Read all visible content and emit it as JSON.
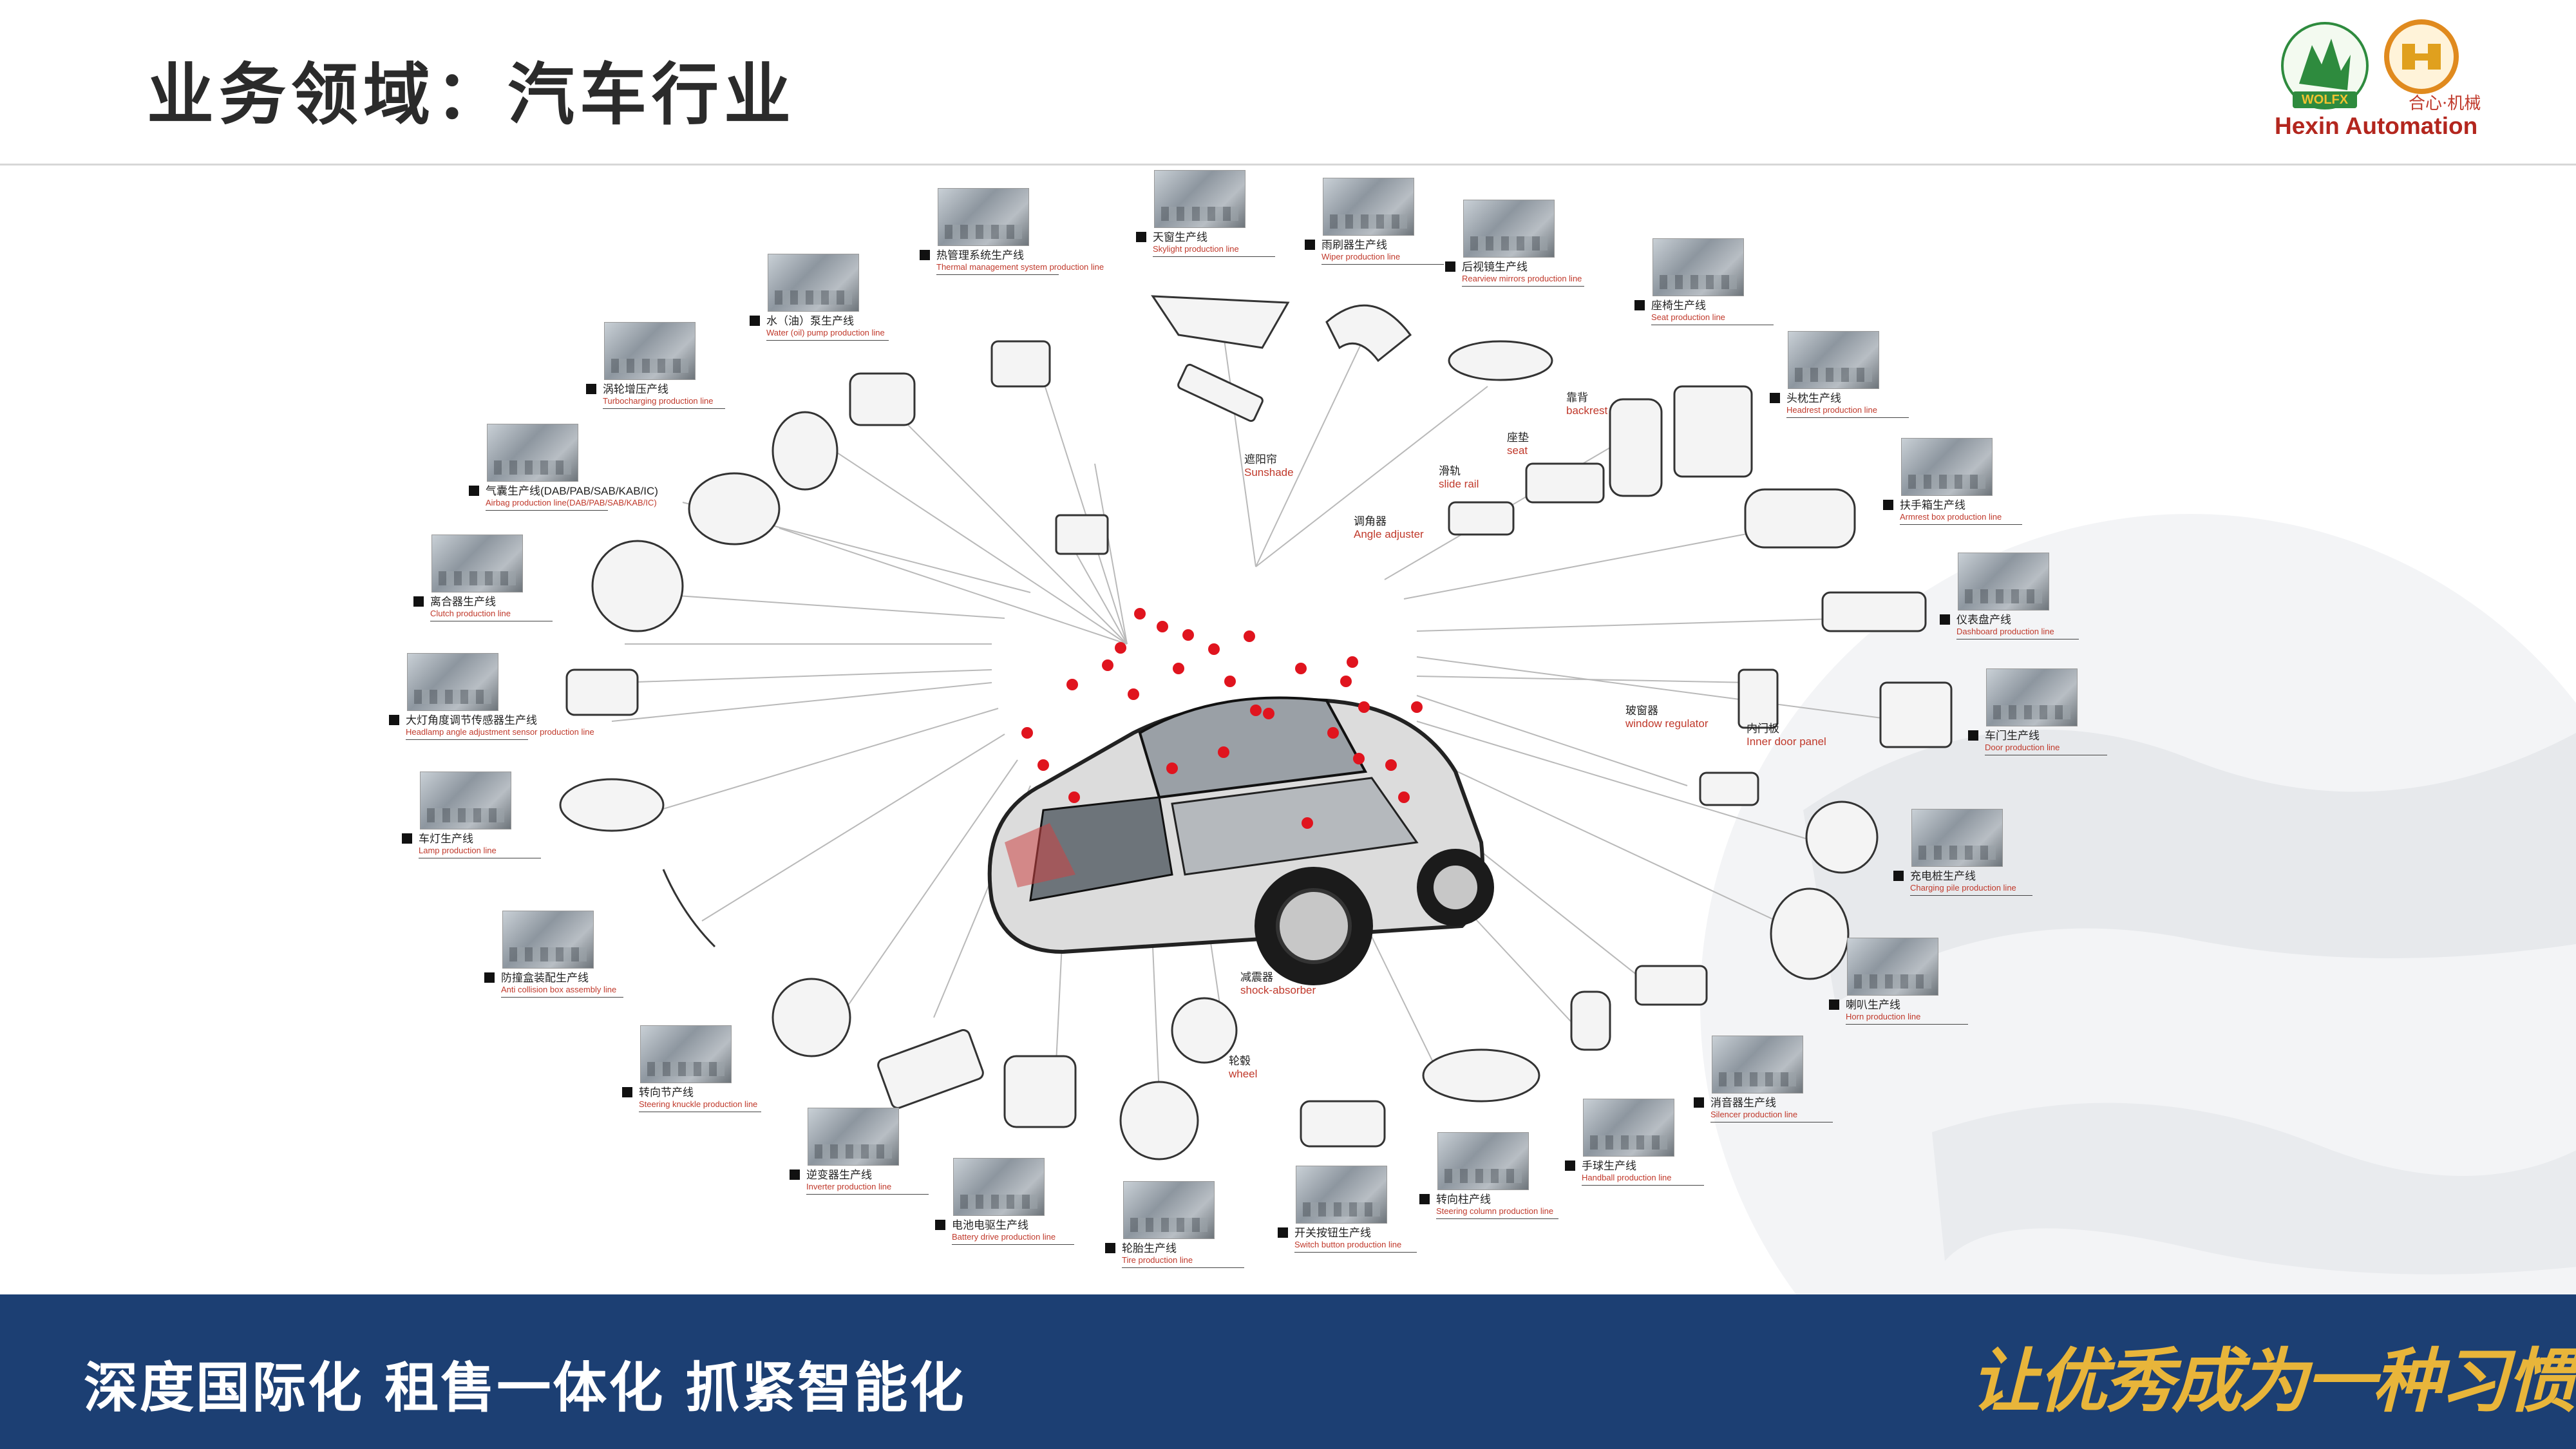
{
  "header": {
    "title": "业务领域：汽车行业",
    "brand_name": "Hexin Automation",
    "brand_name_cn": "合心·机械",
    "logo_text": "WOLFX"
  },
  "stations": [
    {
      "zh": "热管理系统生产线",
      "en": "Thermal management system production line"
    },
    {
      "zh": "天窗生产线",
      "en": "Skylight production line"
    },
    {
      "zh": "雨刷器生产线",
      "en": "Wiper production line"
    },
    {
      "zh": "后视镜生产线",
      "en": "Rearview mirrors production line"
    },
    {
      "zh": "座椅生产线",
      "en": "Seat production line"
    },
    {
      "zh": "水（油）泵生产线",
      "en": "Water (oil) pump production line"
    },
    {
      "zh": "头枕生产线",
      "en": "Headrest production line"
    },
    {
      "zh": "涡轮增压产线",
      "en": "Turbocharging production line"
    },
    {
      "zh": "扶手箱生产线",
      "en": "Armrest box production line"
    },
    {
      "zh": "气囊生产线(DAB/PAB/SAB/KAB/IC)",
      "en": "Airbag production line(DAB/PAB/SAB/KAB/IC)"
    },
    {
      "zh": "仪表盘产线",
      "en": "Dashboard production line"
    },
    {
      "zh": "离合器生产线",
      "en": "Clutch production line"
    },
    {
      "zh": "大灯角度调节传感器生产线",
      "en": "Headlamp angle adjustment sensor production line"
    },
    {
      "zh": "车门生产线",
      "en": "Door production line"
    },
    {
      "zh": "车灯生产线",
      "en": "Lamp production line"
    },
    {
      "zh": "充电桩生产线",
      "en": "Charging pile production line"
    },
    {
      "zh": "防撞盒装配生产线",
      "en": "Anti collision box assembly line"
    },
    {
      "zh": "喇叭生产线",
      "en": "Horn production line"
    },
    {
      "zh": "转向节产线",
      "en": "Steering knuckle production line"
    },
    {
      "zh": "消音器生产线",
      "en": "Silencer production line"
    },
    {
      "zh": "逆变器生产线",
      "en": "Inverter production line"
    },
    {
      "zh": "手球生产线",
      "en": "Handball production line"
    },
    {
      "zh": "电池电驱生产线",
      "en": "Battery drive production line"
    },
    {
      "zh": "转向柱产线",
      "en": "Steering column production line"
    },
    {
      "zh": "开关按钮生产线",
      "en": "Switch button production line"
    },
    {
      "zh": "轮胎生产线",
      "en": "Tire production line"
    }
  ],
  "parts": [
    {
      "zh": "遮阳帘",
      "en": "Sunshade"
    },
    {
      "zh": "调角器",
      "en": "Angle adjuster"
    },
    {
      "zh": "滑轨",
      "en": "slide rail"
    },
    {
      "zh": "座垫",
      "en": "seat"
    },
    {
      "zh": "靠背",
      "en": "backrest"
    },
    {
      "zh": "玻窗器",
      "en": "window regulator"
    },
    {
      "zh": "内门板",
      "en": "Inner door panel"
    },
    {
      "zh": "减震器",
      "en": "shock-absorber"
    },
    {
      "zh": "轮毂",
      "en": "wheel"
    }
  ],
  "footer": {
    "slogan": "深度国际化 租售一体化 抓紧智能化",
    "motto": "让优秀成为一种习惯"
  },
  "colors": {
    "footer_bg": "#1c3f73",
    "accent_red": "#c0392b",
    "brand_red": "#b3261e",
    "motto_gold": "#e8b53a",
    "hotspot": "#e0141e"
  }
}
